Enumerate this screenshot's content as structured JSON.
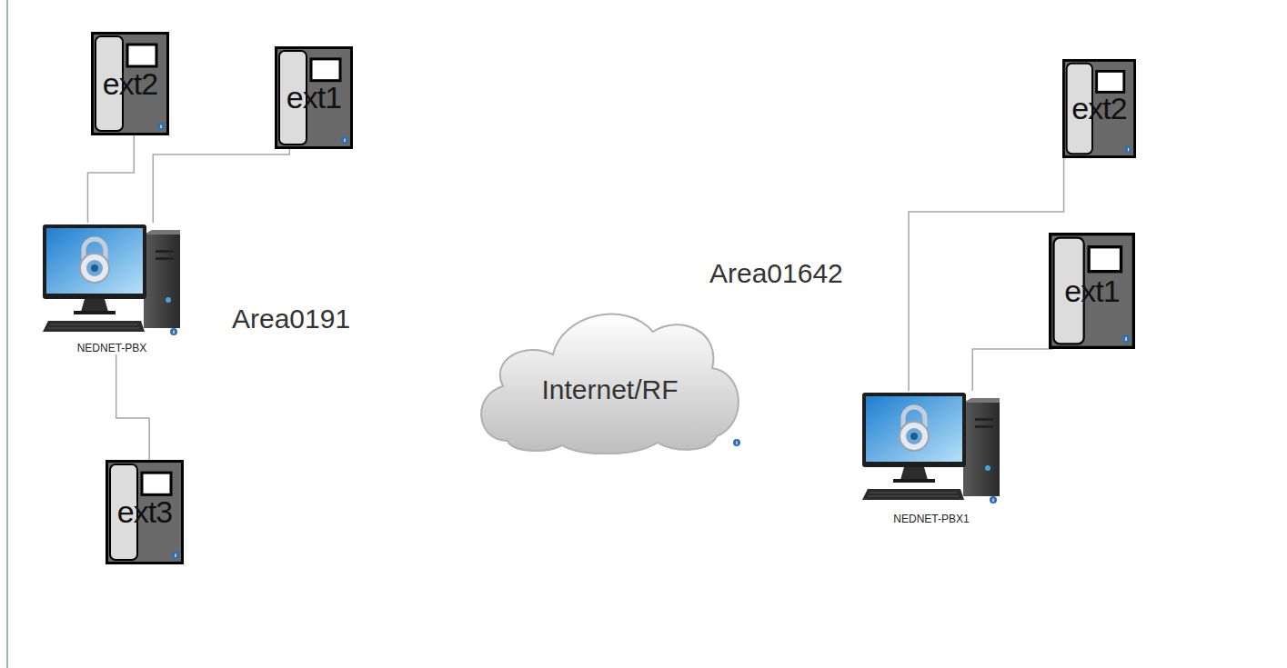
{
  "diagram": {
    "nodes": [
      {
        "text": [
          "ext2"
        ]
      },
      {
        "text": [
          "ext1"
        ]
      },
      {
        "text": [
          "ext2"
        ]
      },
      {
        "text": [
          "NEDNET-PBX"
        ]
      },
      {
        "text": [
          "ext1"
        ]
      },
      {
        "text": [
          "Internet/RF"
        ]
      },
      {
        "text": [
          "NEDNET-PBX1"
        ]
      },
      {
        "text": [
          "ext3"
        ]
      }
    ],
    "edges": [
      {
        "from": 0,
        "to": 3,
        "arrow": "none"
      },
      {
        "from": 1,
        "to": 3,
        "arrow": "none"
      },
      {
        "from": 3,
        "to": 7,
        "arrow": "none"
      },
      {
        "from": 2,
        "to": 6,
        "arrow": "none"
      },
      {
        "from": 4,
        "to": 6,
        "arrow": "none"
      }
    ],
    "labels": [
      "Area0191",
      "Area01642"
    ]
  }
}
